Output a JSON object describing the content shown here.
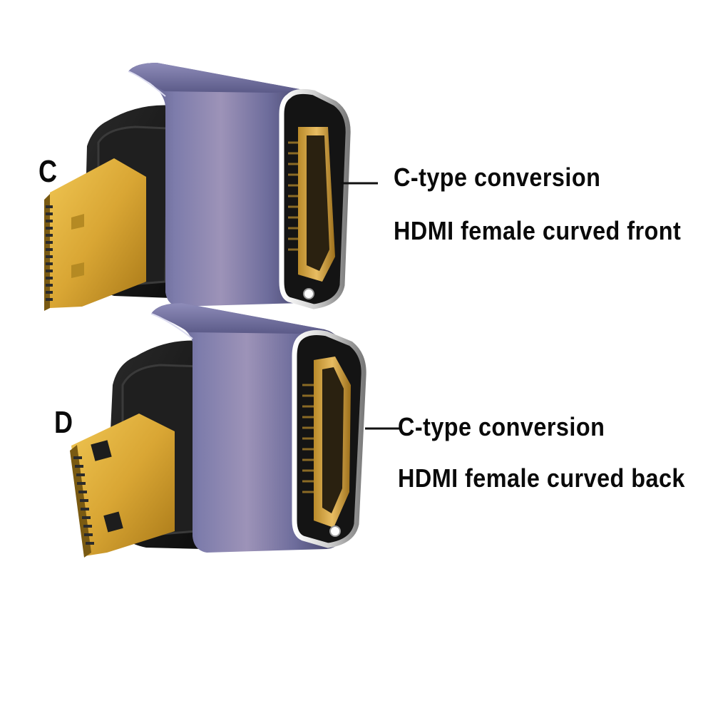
{
  "colors": {
    "background": "#ffffff",
    "shell_purple": "#6f6e9c",
    "gold_plug": "#d6a531",
    "black_housing": "#151515",
    "text": "#0a0a0a"
  },
  "adapter_top": {
    "letter": "C",
    "caption_line1": "C-type conversion",
    "caption_line2": "HDMI female curved front"
  },
  "adapter_bottom": {
    "letter": "D",
    "caption_line1": "C-type conversion",
    "caption_line2": "HDMI female curved back"
  }
}
